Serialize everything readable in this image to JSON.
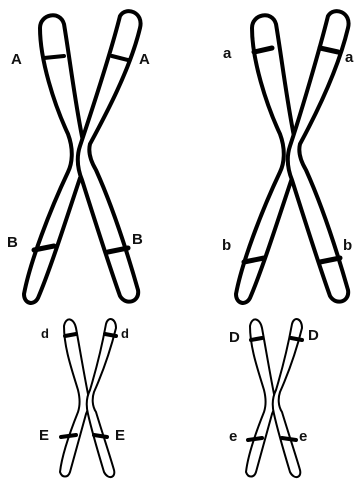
{
  "chromosomes": [
    {
      "id": "top-left",
      "labels": [
        "A",
        "A",
        "B",
        "B"
      ]
    },
    {
      "id": "top-right",
      "labels": [
        "a",
        "a",
        "b",
        "b"
      ]
    },
    {
      "id": "bottom-left",
      "labels": [
        "d",
        "d",
        "E",
        "E"
      ]
    },
    {
      "id": "bottom-right",
      "labels": [
        "D",
        "D",
        "e",
        "e"
      ]
    }
  ]
}
